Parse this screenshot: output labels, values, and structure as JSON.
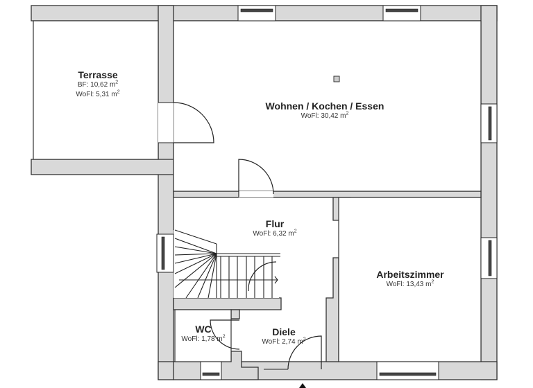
{
  "plan": {
    "type": "floor-plan",
    "colors": {
      "wall_fill": "#d9d9d9",
      "wall_stroke": "#333333",
      "room_fill": "#ffffff"
    },
    "unit": "m²",
    "rooms": [
      {
        "id": "terrasse",
        "name": "Terrasse",
        "areas": [
          {
            "label": "BF: 10,62 m",
            "sup": "2"
          },
          {
            "label": "WoFl: 5,31 m",
            "sup": "2"
          }
        ]
      },
      {
        "id": "wohnen",
        "name": "Wohnen / Kochen / Essen",
        "areas": [
          {
            "label": "WoFl: 30,42 m",
            "sup": "2"
          }
        ]
      },
      {
        "id": "flur",
        "name": "Flur",
        "areas": [
          {
            "label": "WoFl: 6,32 m",
            "sup": "2"
          }
        ]
      },
      {
        "id": "arbeitszimmer",
        "name": "Arbeitszimmer",
        "areas": [
          {
            "label": "WoFl: 13,43 m",
            "sup": "2"
          }
        ]
      },
      {
        "id": "wc",
        "name": "WC",
        "areas": [
          {
            "label": "WoFl: 1,78 m",
            "sup": "2"
          }
        ]
      },
      {
        "id": "diele",
        "name": "Diele",
        "areas": [
          {
            "label": "WoFl: 2,74 m",
            "sup": "2"
          }
        ]
      }
    ],
    "symbols": [
      {
        "type": "chimney-square",
        "room": "wohnen"
      },
      {
        "type": "staircase",
        "room": "flur"
      },
      {
        "type": "entrance-arrow",
        "position": "bottom"
      }
    ]
  }
}
